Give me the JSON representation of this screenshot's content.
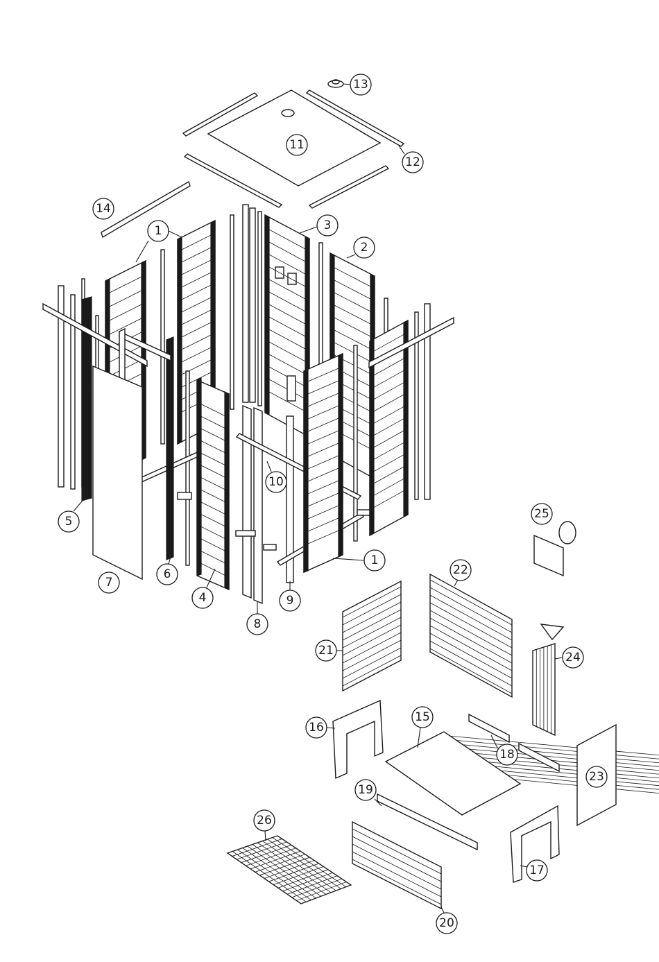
{
  "callouts": [
    {
      "id": "part-1",
      "label": "1"
    },
    {
      "id": "part-2",
      "label": "2"
    },
    {
      "id": "part-3",
      "label": "3"
    },
    {
      "id": "part-4",
      "label": "4"
    },
    {
      "id": "part-5",
      "label": "5"
    },
    {
      "id": "part-6",
      "label": "6"
    },
    {
      "id": "part-7",
      "label": "7"
    },
    {
      "id": "part-8",
      "label": "8"
    },
    {
      "id": "part-9",
      "label": "9"
    },
    {
      "id": "part-10",
      "label": "10"
    },
    {
      "id": "part-11",
      "label": "11"
    },
    {
      "id": "part-12",
      "label": "12"
    },
    {
      "id": "part-13",
      "label": "13"
    },
    {
      "id": "part-14",
      "label": "14"
    },
    {
      "id": "part-15",
      "label": "15"
    },
    {
      "id": "part-16",
      "label": "16"
    },
    {
      "id": "part-17",
      "label": "17"
    },
    {
      "id": "part-18",
      "label": "18"
    },
    {
      "id": "part-19",
      "label": "19"
    },
    {
      "id": "part-20",
      "label": "20"
    },
    {
      "id": "part-21",
      "label": "21"
    },
    {
      "id": "part-22",
      "label": "22"
    },
    {
      "id": "part-23",
      "label": "23"
    },
    {
      "id": "part-24",
      "label": "24"
    },
    {
      "id": "part-25",
      "label": "25"
    },
    {
      "id": "part-26",
      "label": "26"
    },
    {
      "id": "part-1b",
      "label": "1"
    }
  ],
  "colors": {
    "ink": "#1a1a1a",
    "paper": "#ffffff"
  }
}
